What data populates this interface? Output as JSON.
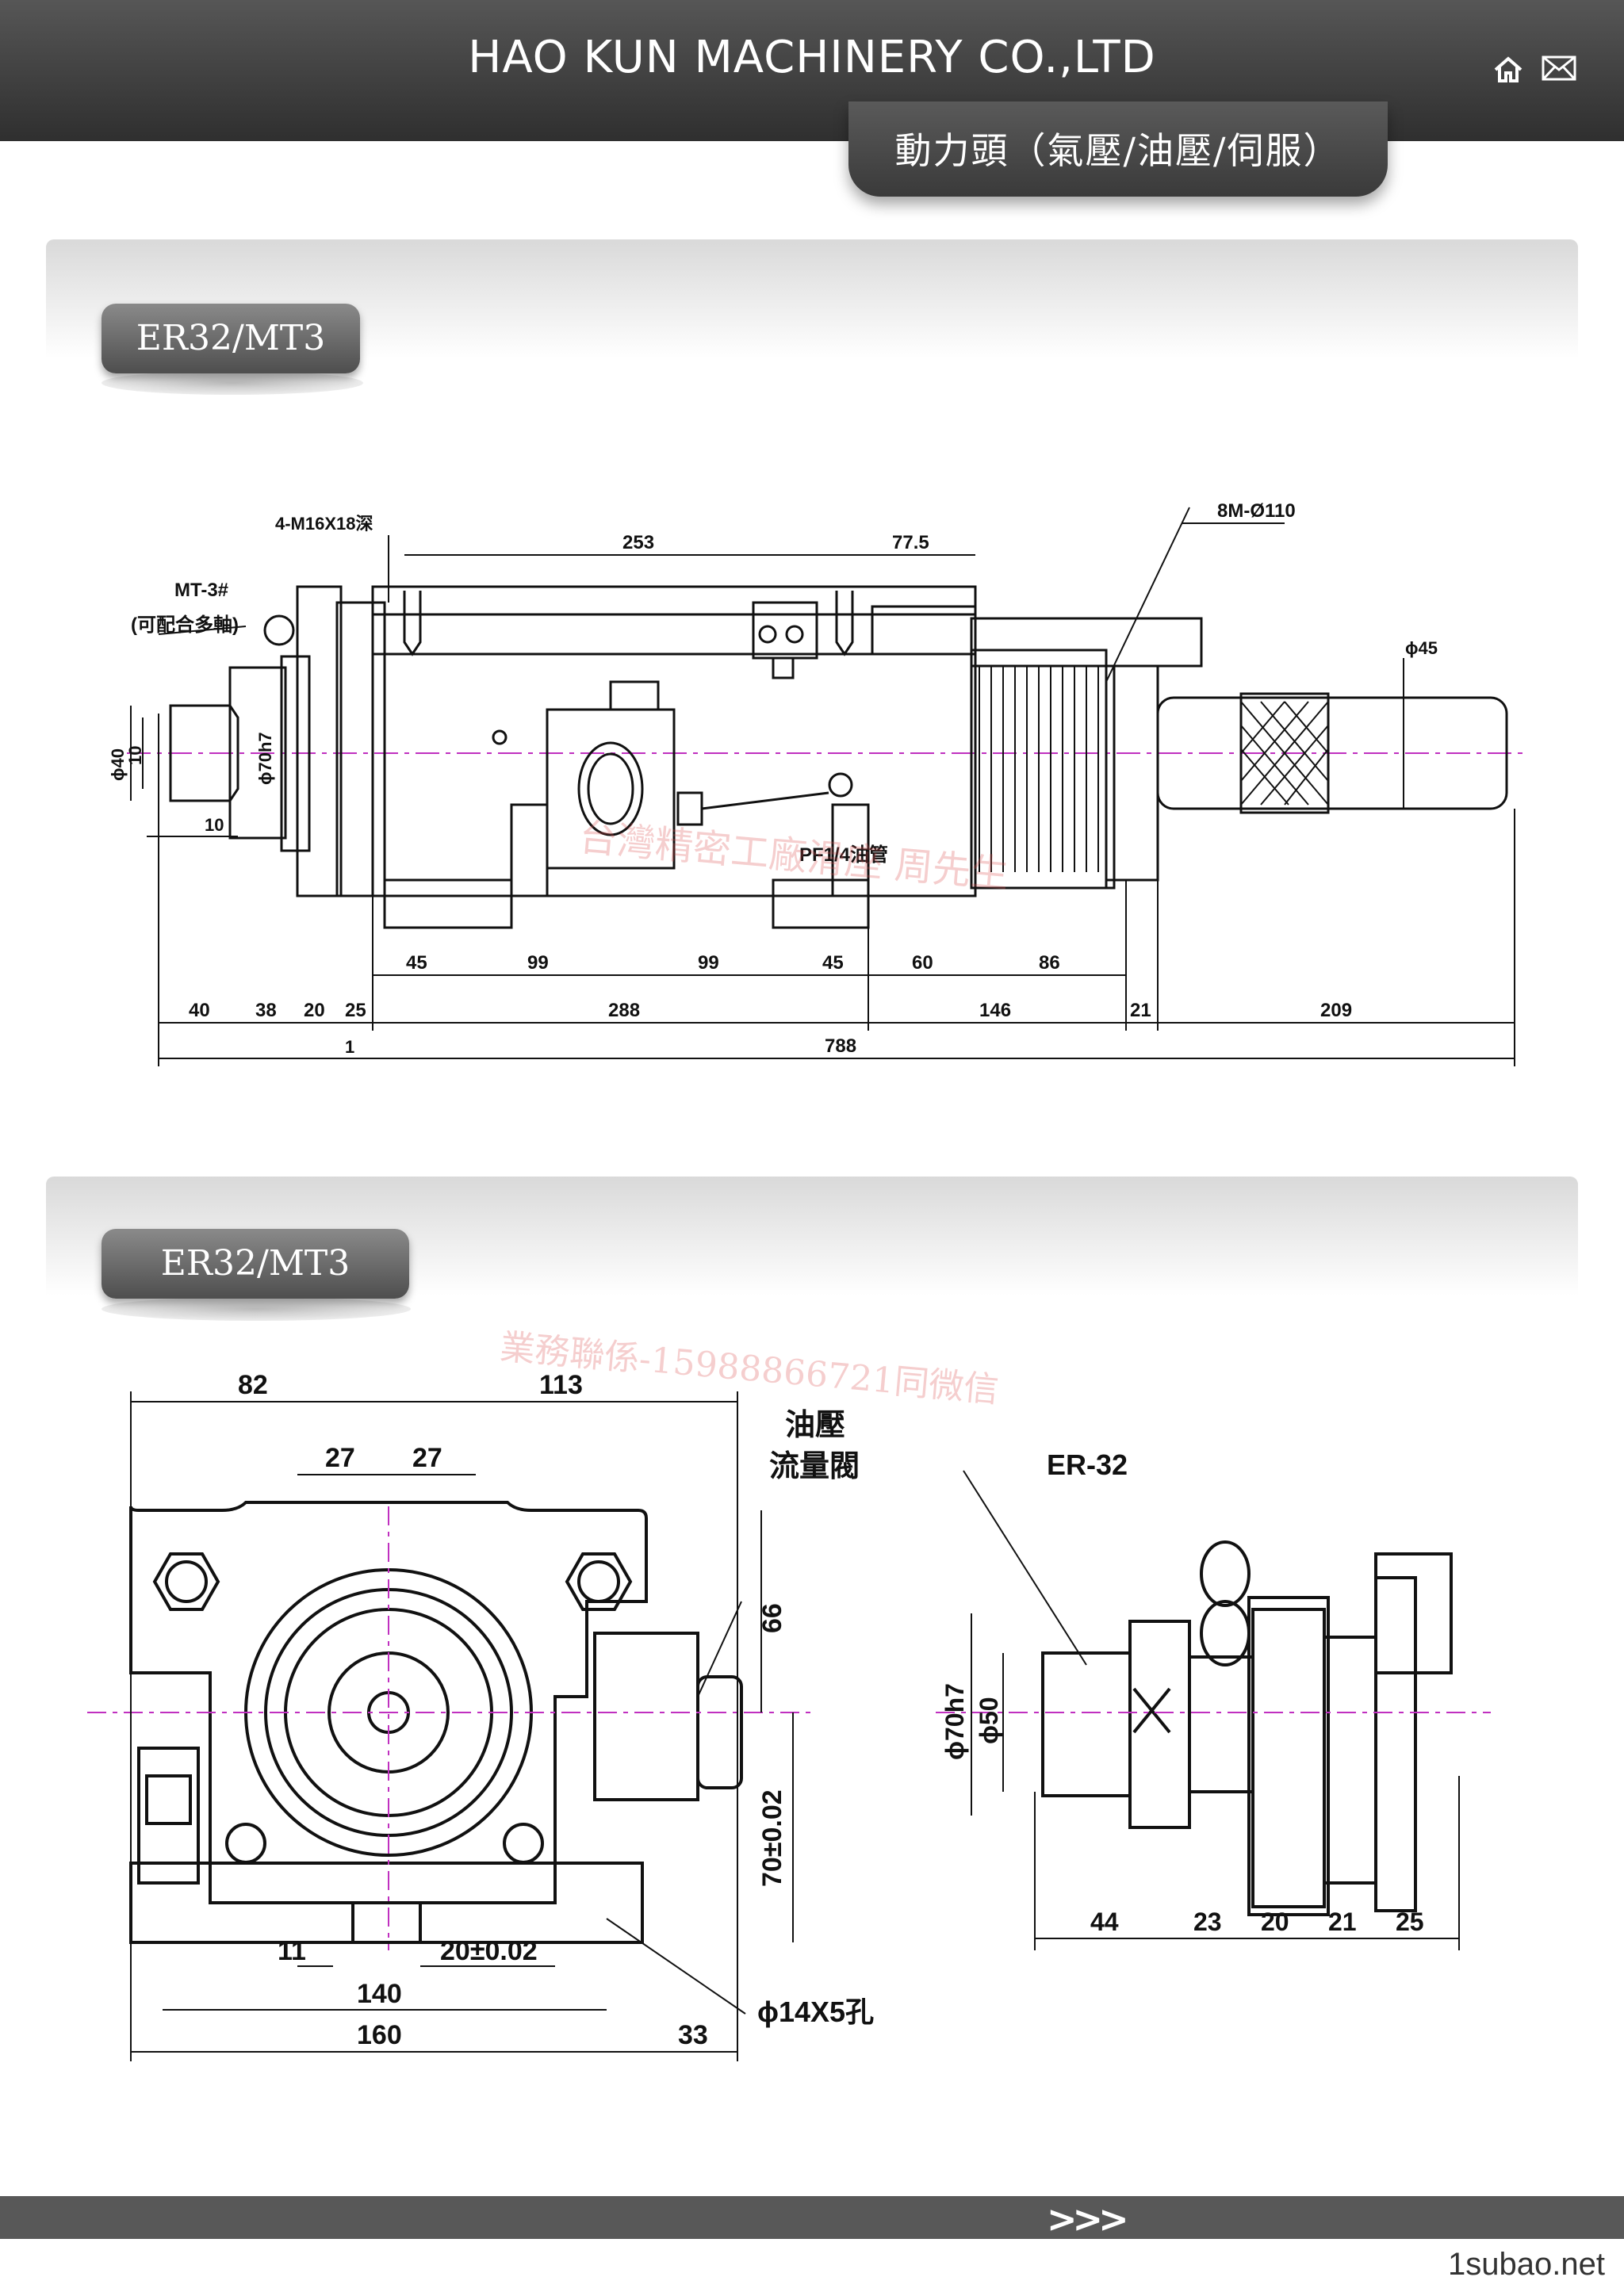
{
  "header": {
    "company": "HAO KUN MACHINERY CO.,LTD",
    "category_tab": "動力頭（氣壓/油壓/伺服）",
    "icons": [
      "home-icon",
      "mail-icon"
    ]
  },
  "section1": {
    "label": "ER32/MT3",
    "notes": {
      "tap": "4-M16X18深",
      "taper": "MT-3#",
      "taper_note": "(可配合多軸)",
      "belt": "8M-Ø110",
      "pipe": "PF1/4油管",
      "shaft_dia": "ϕ45",
      "dia40": "ϕ40",
      "dia70": "ϕ70h7"
    },
    "dims_top": [
      "253",
      "77.5"
    ],
    "dims_row1": [
      "45",
      "99",
      "99",
      "45",
      "60",
      "86"
    ],
    "dims_row2": [
      "40",
      "38",
      "20",
      "25",
      "288",
      "146",
      "21",
      "209"
    ],
    "dims_small": [
      "10",
      "10",
      "1"
    ],
    "total": "788"
  },
  "section2": {
    "label": "ER32/MT3",
    "front_dims": {
      "d82": "82",
      "d113": "113",
      "d27a": "27",
      "d27b": "27",
      "d66": "66",
      "d70": "70±0.02",
      "d11": "11",
      "d20": "20±0.02",
      "d140": "140",
      "d160": "160",
      "d33": "33"
    },
    "front_notes": {
      "valve1": "油壓",
      "valve2": "流量閥",
      "hole": "ϕ14X5孔"
    },
    "side_dims": {
      "collet": "ER-32",
      "dia70": "ϕ70h7",
      "dia50": "ϕ50",
      "d44": "44",
      "d23": "23",
      "d20": "20",
      "d21": "21",
      "d25": "25"
    }
  },
  "watermarks": [
    "台灣精密工廠滑座 周先生",
    "業務聯係-15988866721同微信"
  ],
  "footer": {
    "arrows": ">>>",
    "site": "1subao.net"
  }
}
